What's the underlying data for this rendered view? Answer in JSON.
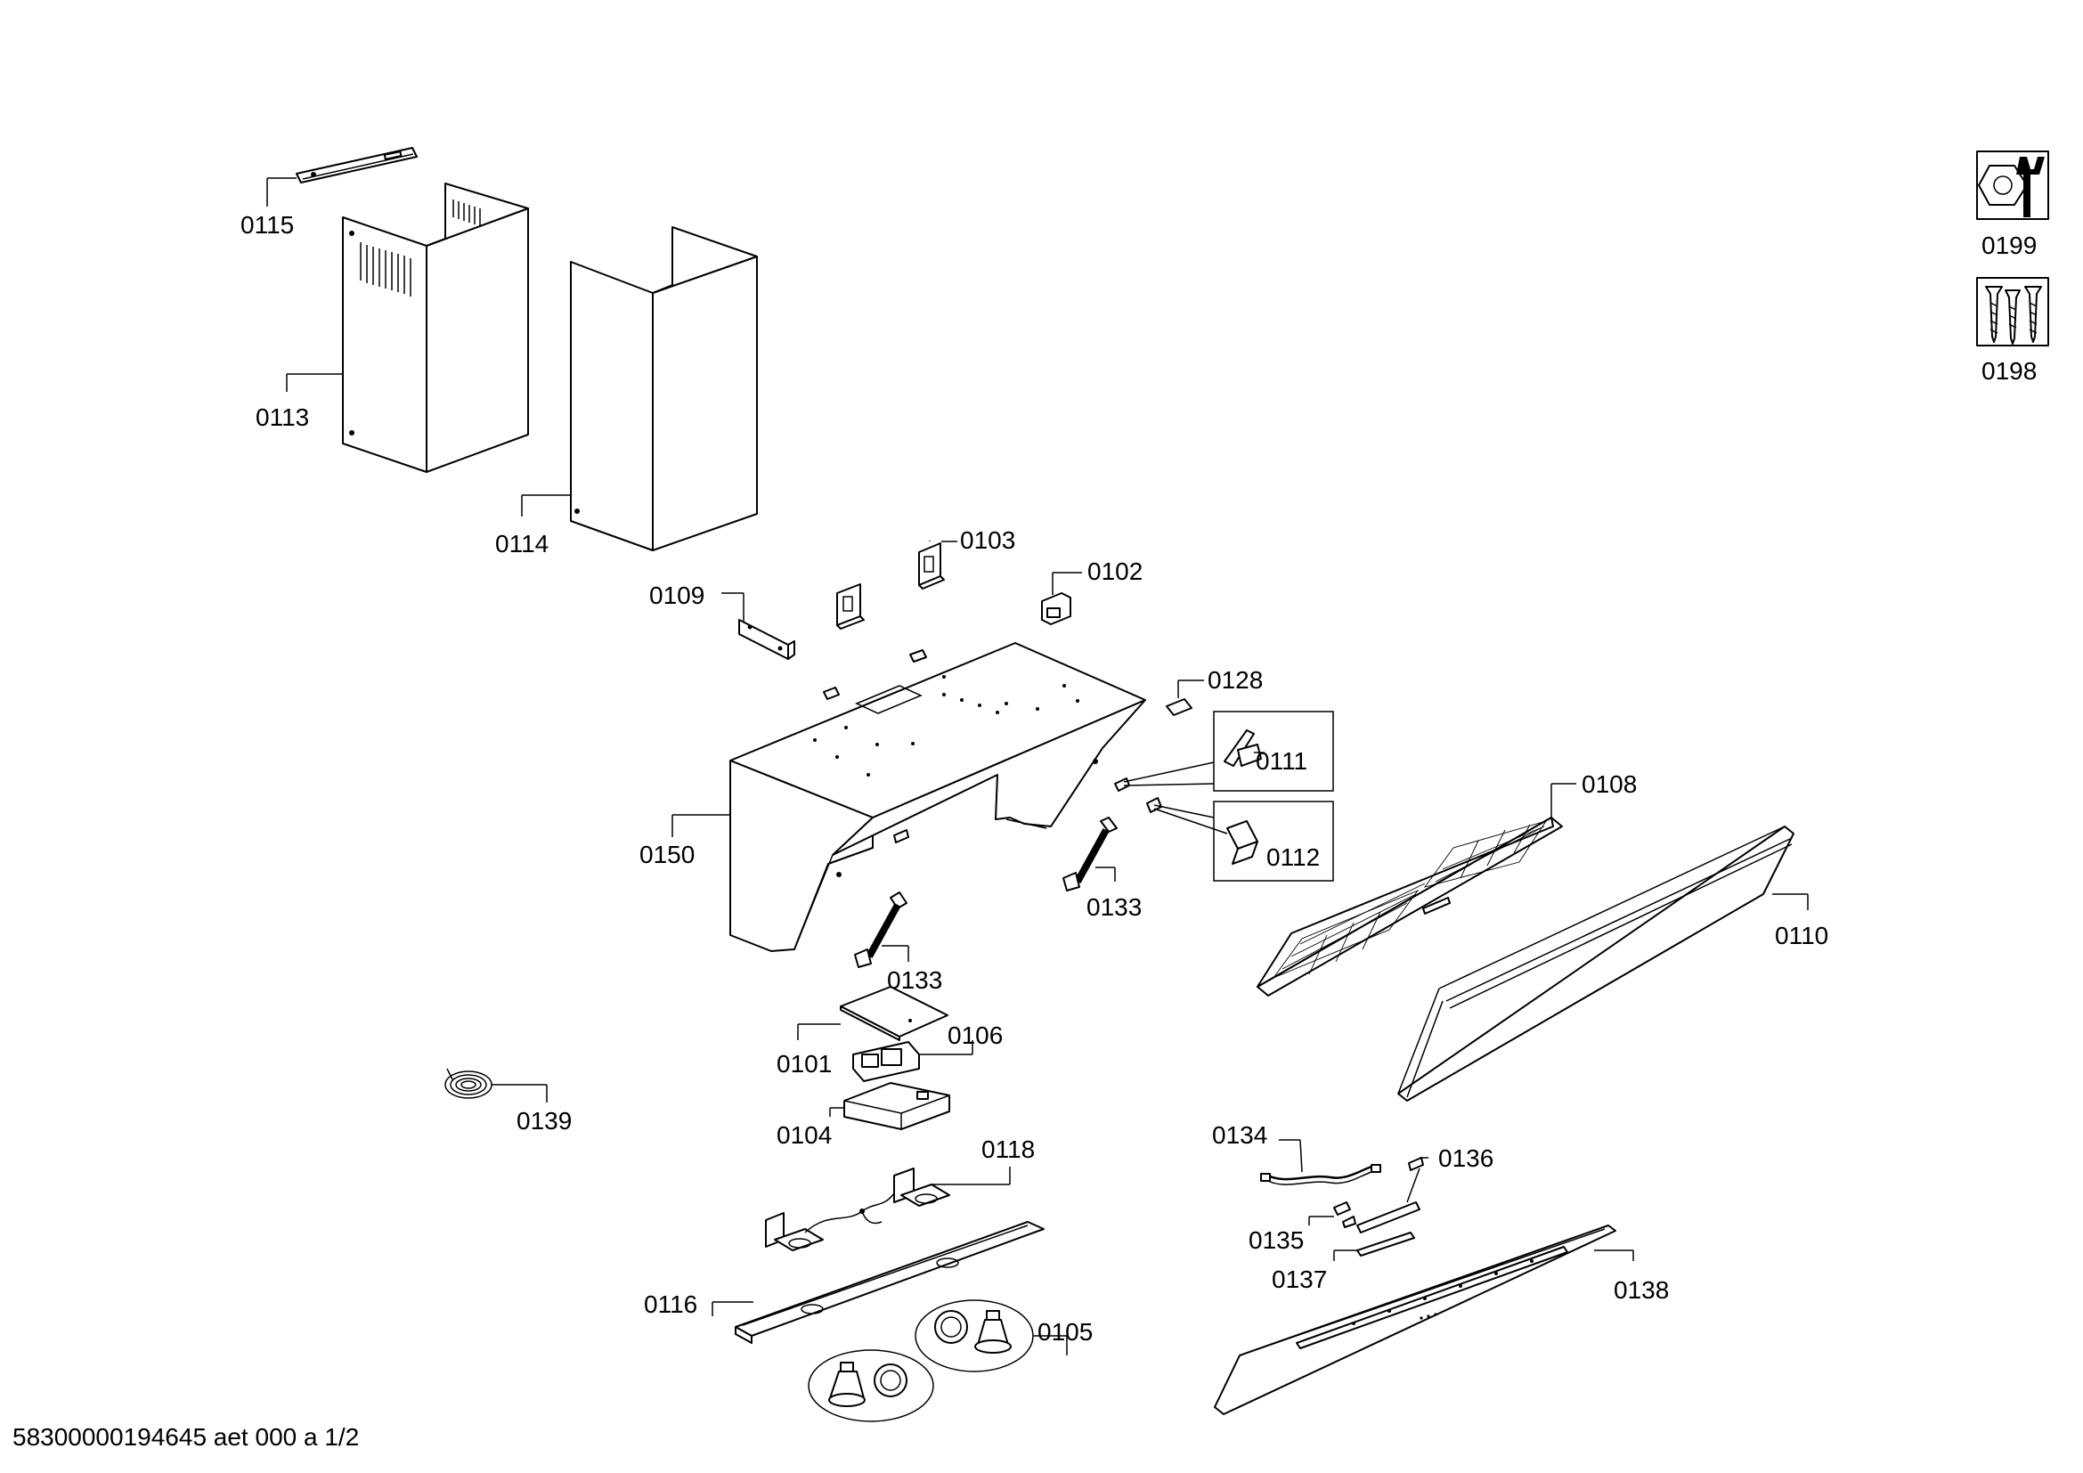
{
  "footer": "58300000194645 aet 000 a 1/2",
  "icons": {
    "service_kit": {
      "icon": "wrench-nut-icon",
      "label": "0199"
    },
    "screw_kit": {
      "icon": "screws-icon",
      "label": "0198"
    }
  },
  "labels": {
    "p0115": "0115",
    "p0113": "0113",
    "p0114": "0114",
    "p0109": "0109",
    "p0103": "0103",
    "p0102": "0102",
    "p0128": "0128",
    "p0111": "0111",
    "p0112": "0112",
    "p0108": "0108",
    "p0110": "0110",
    "p0150": "0150",
    "p0133a": "0133",
    "p0133b": "0133",
    "p0101": "0101",
    "p0106": "0106",
    "p0104": "0104",
    "p0139": "0139",
    "p0118": "0118",
    "p0116": "0116",
    "p0105": "0105",
    "p0134": "0134",
    "p0136": "0136",
    "p0135": "0135",
    "p0137": "0137",
    "p0138": "0138"
  }
}
